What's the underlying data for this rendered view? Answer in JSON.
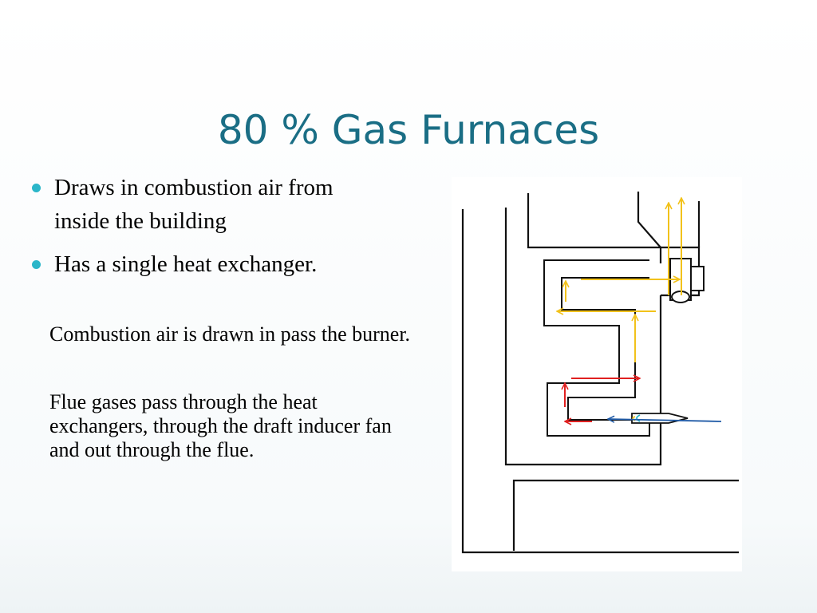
{
  "slide": {
    "title": "80 % Gas Furnaces",
    "bullets": [
      "Draws in combustion air from inside the building",
      "Has a single heat exchanger."
    ],
    "paragraphs": [
      "Combustion air is drawn in pass the burner.",
      "Flue gases pass through the heat exchangers, through the draft inducer fan and out through the flue."
    ]
  },
  "colors": {
    "title": "#1a6e85",
    "bullet": "#2bb6c9",
    "flue_flow": "#f2c21b",
    "combustion_flow": "#e02020",
    "air_intake": "#1f5aa6"
  }
}
